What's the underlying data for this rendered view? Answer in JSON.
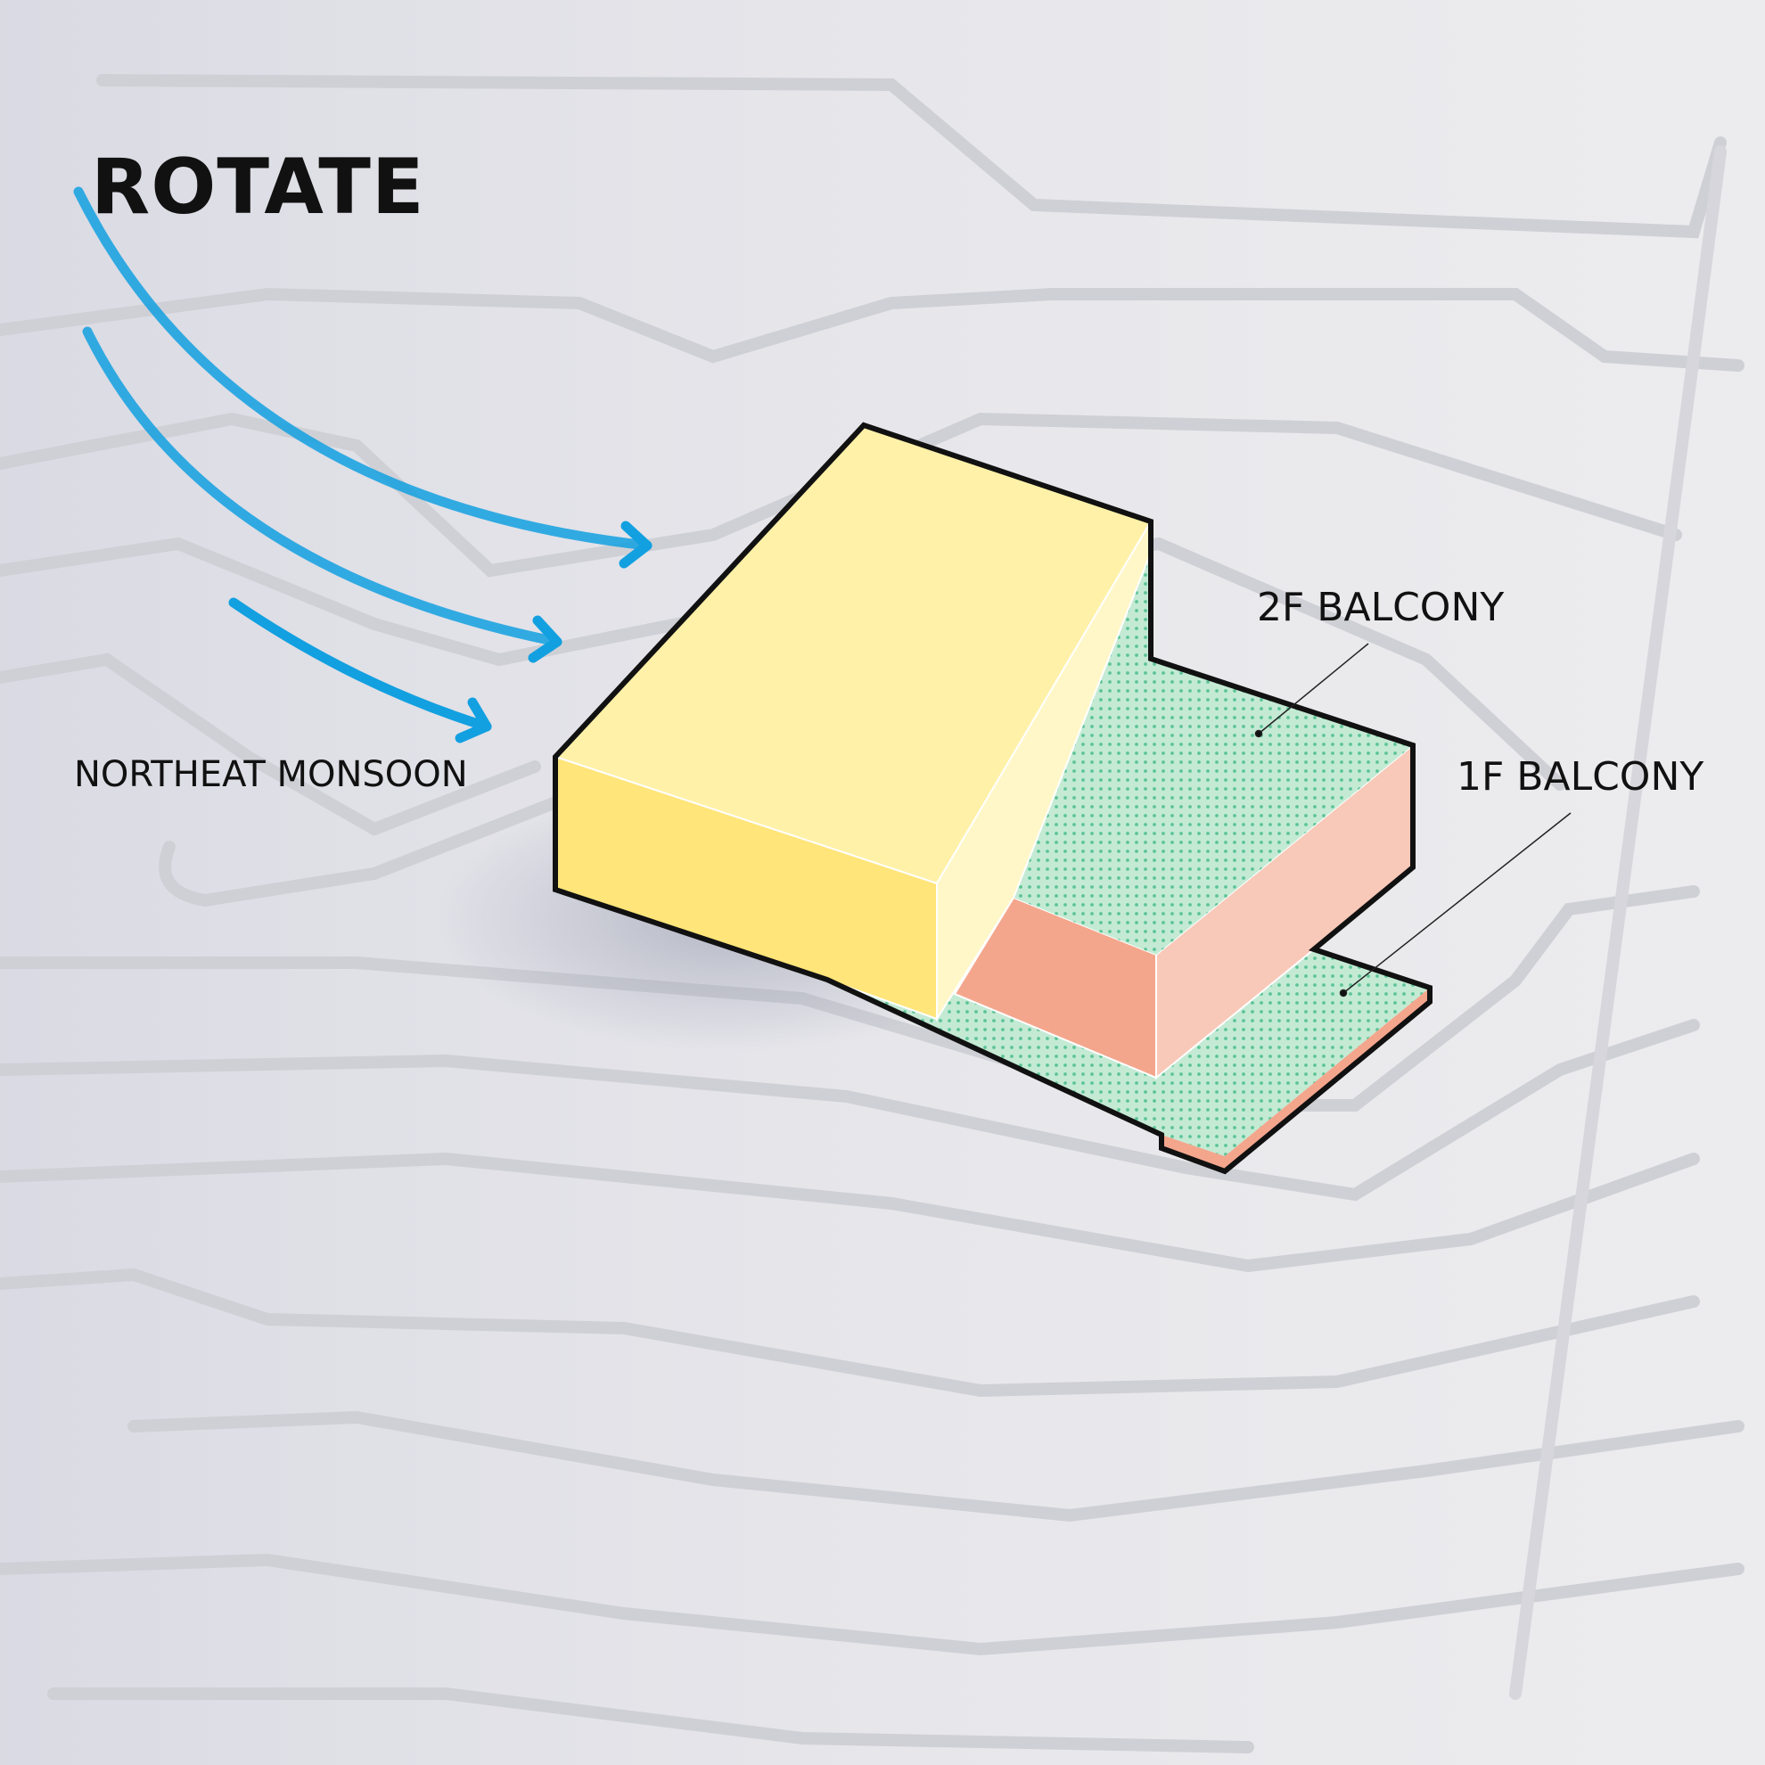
{
  "title": "ROTATE",
  "wind_label": "NORTHEAT MONSOON",
  "callouts": {
    "balcony_2f": "2F BALCONY",
    "balcony_1f": "1F BALCONY"
  },
  "colors": {
    "wind_arrow": "#12a0e0",
    "building_top": "#fff1a8",
    "building_front": "#ffe57a",
    "building_side": "#fff7c8",
    "balcony_green": "#c4ead4",
    "balcony_dots": "#5cc497",
    "lower_block_front": "#f4a68d",
    "lower_block_side": "#f8c8b8",
    "terrain": "#ececee",
    "outline": "#111111"
  }
}
